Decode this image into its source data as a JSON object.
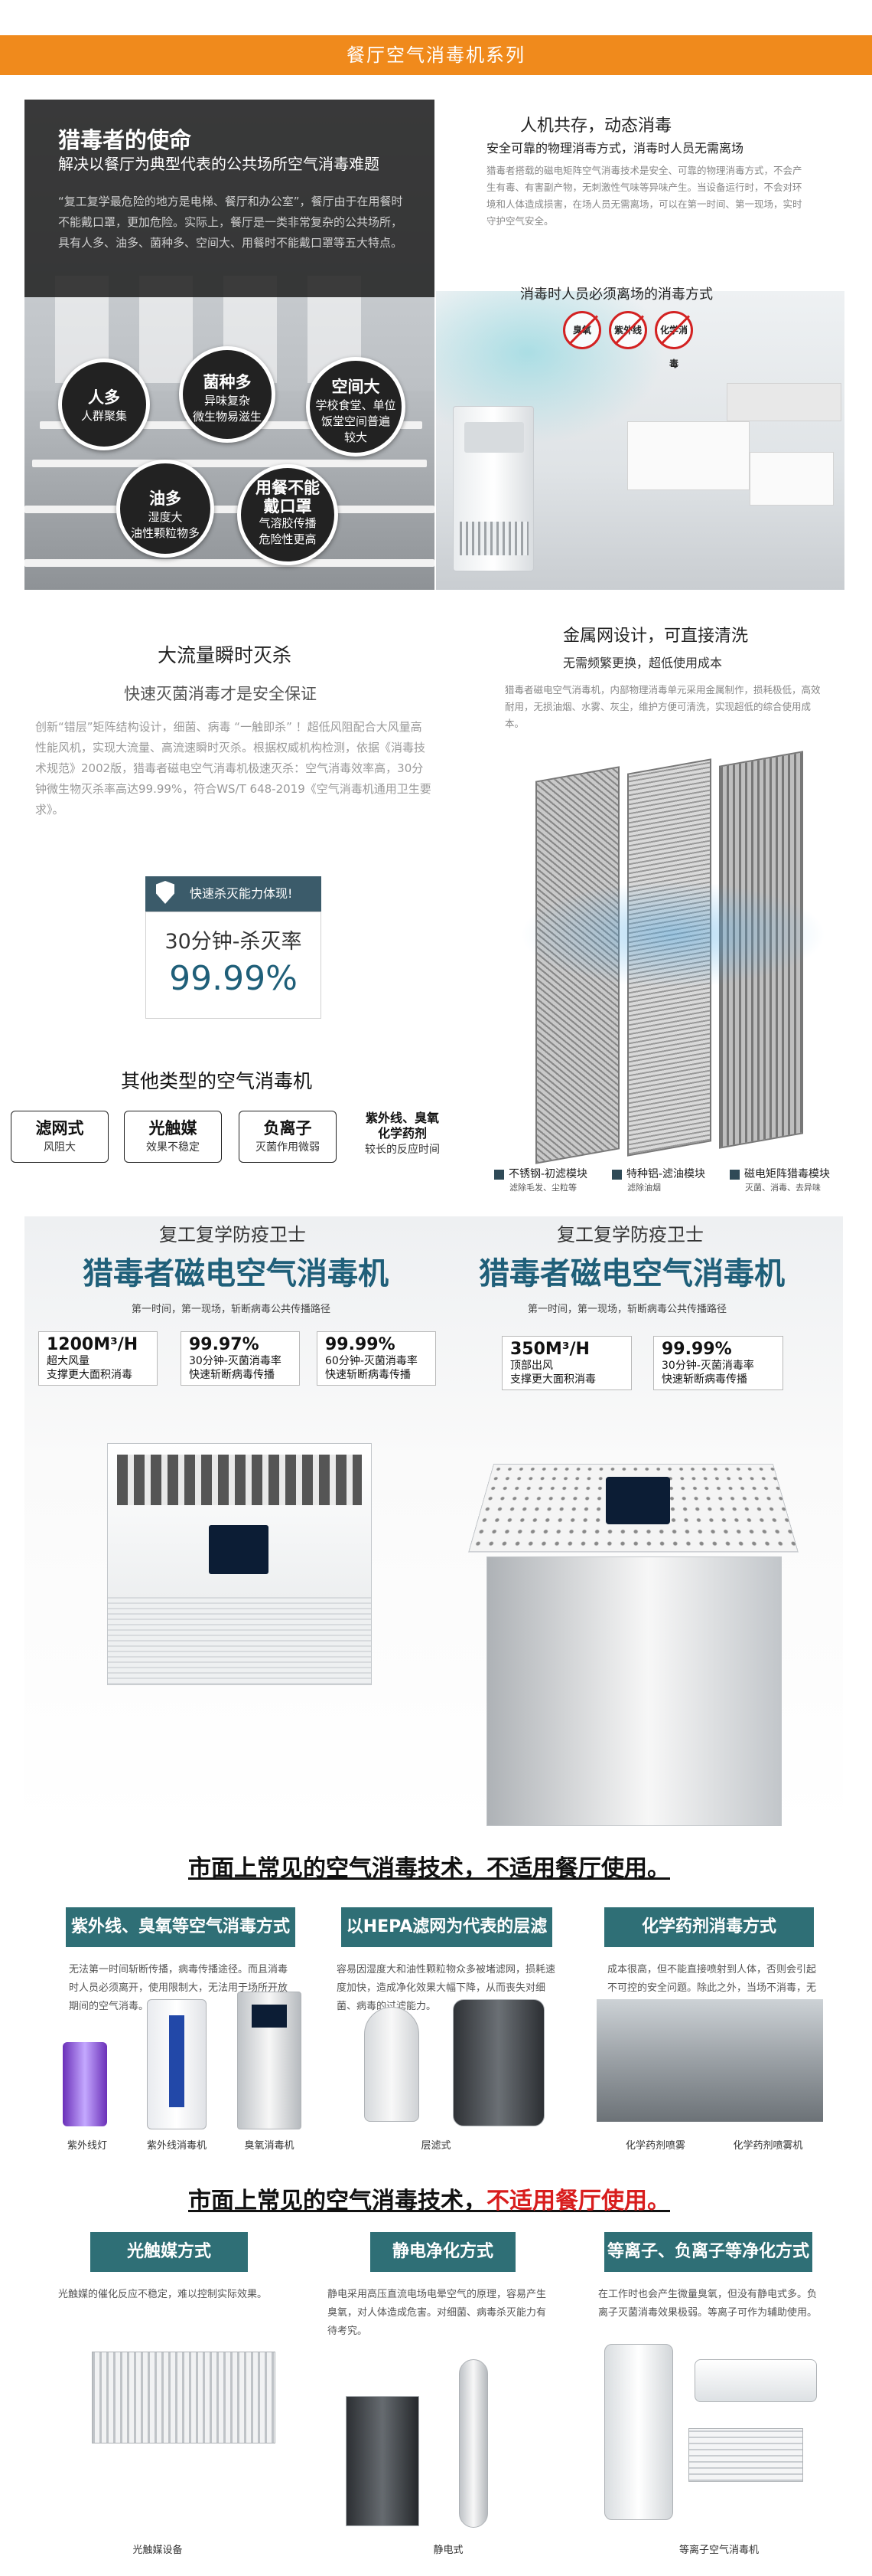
{
  "header": {
    "title": "餐厅空气消毒机系列"
  },
  "s1": {
    "title": "猎毒者的使命",
    "subtitle": "解决以餐厅为典型代表的公共场所空气消毒难题",
    "quote": "“复工复学最危险的地方是电梯、餐厅和办公室”，餐厅由于在用餐时不能戴口罩，更加危险。实际上，餐厅是一类非常复杂的公共场所，具有人多、油多、菌种多、空间大、用餐时不能戴口罩等五大特点。",
    "circles": [
      {
        "title": "人多",
        "desc": "人群聚集"
      },
      {
        "title": "菌种多",
        "desc": "异味复杂\n微生物易滋生"
      },
      {
        "title": "空间大",
        "desc": "学校食堂、单位\n饭堂空间普遍\n较大"
      },
      {
        "title": "油多",
        "desc": "湿度大\n油性颗粒物多"
      },
      {
        "title": "用餐不能\n戴口罩",
        "desc": "气溶胶传播\n危险性更高"
      }
    ],
    "right_title": "人机共存，动态消毒",
    "right_sub": "安全可靠的物理消毒方式，消毒时人员无需离场",
    "right_p": "猎毒者搭载的磁电矩阵空气消毒技术是安全、可靠的物理消毒方式，不会产生有毒、有害副产物，无刺激性气味等异味产生。当设备运行时，不会对环境和人体造成损害，在场人员无需离场，可以在第一时间、第一现场，实时守护空气安全。",
    "cap": "消毒时人员必须离场的消毒方式",
    "marks": [
      "臭氧",
      "紫外线",
      "化学消毒"
    ]
  },
  "s2": {
    "title": "大流量瞬时灭杀",
    "sub": "快速灭菌消毒才是安全保证",
    "p": "创新“错层”矩阵结构设计，细菌、病毒 “一触即杀” ！超低风阻配合大风量高性能风机，实现大流量、高流速瞬时灭杀。根据权威机构检测，依据《消毒技术规范》2002版，猎毒者磁电空气消毒机极速灭杀：空气消毒效率高，30分钟微生物灭杀率高达99.99%，符合WS/T 648-2019《空气消毒机通用卫生要求》。",
    "badge": "快速杀灭能力体现!",
    "rate_label": "30分钟-杀灭率",
    "rate_value": "99.99%",
    "right_title": "金属网设计，可直接清洗",
    "right_sub": "无需频繁更换，超低使用成本",
    "right_p": "猎毒者磁电空气消毒机，内部物理消毒单元采用金属制作，损耗极低，高效耐用，无损油烟、水雾、灰尘，维护方便可清洗，实现超低的综合使用成本。",
    "other_title": "其他类型的空气消毒机",
    "others": [
      {
        "t": "滤网式",
        "d": "风阻大"
      },
      {
        "t": "光触媒",
        "d": "效果不稳定"
      },
      {
        "t": "负离子",
        "d": "灭菌作用微弱"
      },
      {
        "t": "紫外线、臭氧\n化学药剂",
        "d": "较长的反应时间"
      }
    ],
    "legend": [
      {
        "t": "不锈钢-初滤模块",
        "d": "滤除毛发、尘粒等"
      },
      {
        "t": "特种铝-滤油模块",
        "d": "滤除油烟"
      },
      {
        "t": "磁电矩阵猎毒模块",
        "d": "灭菌、消毒、去异味"
      }
    ]
  },
  "s3": {
    "left": {
      "sub": "复工复学防疫卫士",
      "title": "猎毒者磁电空气消毒机",
      "tag": "第一时间，第一现场，斩断病毒公共传播路径",
      "specs": [
        {
          "v": "1200M³/H",
          "d": "超大风量\n支撑更大面积消毒"
        },
        {
          "v": "99.97%",
          "d": "30分钟-灭菌消毒率\n快速斩断病毒传播"
        },
        {
          "v": "99.99%",
          "d": "60分钟-灭菌消毒率\n快速斩断病毒传播"
        }
      ]
    },
    "right": {
      "sub": "复工复学防疫卫士",
      "title": "猎毒者磁电空气消毒机",
      "tag": "第一时间，第一现场，斩断病毒公共传播路径",
      "specs": [
        {
          "v": "350M³/H",
          "d": "顶部出风\n支撑更大面积消毒"
        },
        {
          "v": "99.99%",
          "d": "30分钟-灭菌消毒率\n快速斩断病毒传播"
        }
      ]
    }
  },
  "tech1": {
    "title": "市面上常见的空气消毒技术，不适用餐厅使用。",
    "cols": [
      {
        "head": "紫外线、臭氧等空气消毒方式",
        "p": "无法第一时间斩断传播，病毒传播途径。而且消毒时人员必须离开，使用限制大，无法用于场所开放期间的空气消毒。",
        "caps": [
          "紫外线灯",
          "紫外线消毒机",
          "臭氧消毒机"
        ]
      },
      {
        "head": "以HEPA滤网为代表的层滤式",
        "p": "容易因湿度大和油性颗粒物众多被堵滤网，损耗速度加快，造成净化效果大幅下降，从而丧失对细菌、病毒的过滤能力。",
        "caps": [
          "层滤式"
        ]
      },
      {
        "head": "化学药剂消毒方式",
        "p": "成本很高，但不能直接喷射到人体，否则会引起不可控的安全问题。除此之外，当场不消毒，无法第一时间斩断细菌、病毒传播途径，且容易反弹。",
        "caps": [
          "化学药剂喷雾",
          "化学药剂喷雾机"
        ]
      }
    ]
  },
  "tech2": {
    "title_a": "市面上常见的空气消毒技术，",
    "title_b": "不适用餐厅使用。",
    "cols": [
      {
        "head": "光触媒方式",
        "p": "光触媒的催化反应不稳定，难以控制实际效果。",
        "caps": [
          "光触媒设备"
        ]
      },
      {
        "head": "静电净化方式",
        "p": "静电采用高压直流电场电晕空气的原理，容易产生臭氧，对人体造成危害。对细菌、病毒杀灭能力有待考究。",
        "caps": [
          "静电式"
        ]
      },
      {
        "head": "等离子、负离子等净化方式",
        "p": "在工作时也会产生微量臭氧，但没有静电式多。负离子灭菌消毒效果极弱。等离子可作为辅助使用。",
        "caps": [
          "等离子空气消毒机"
        ]
      }
    ]
  }
}
